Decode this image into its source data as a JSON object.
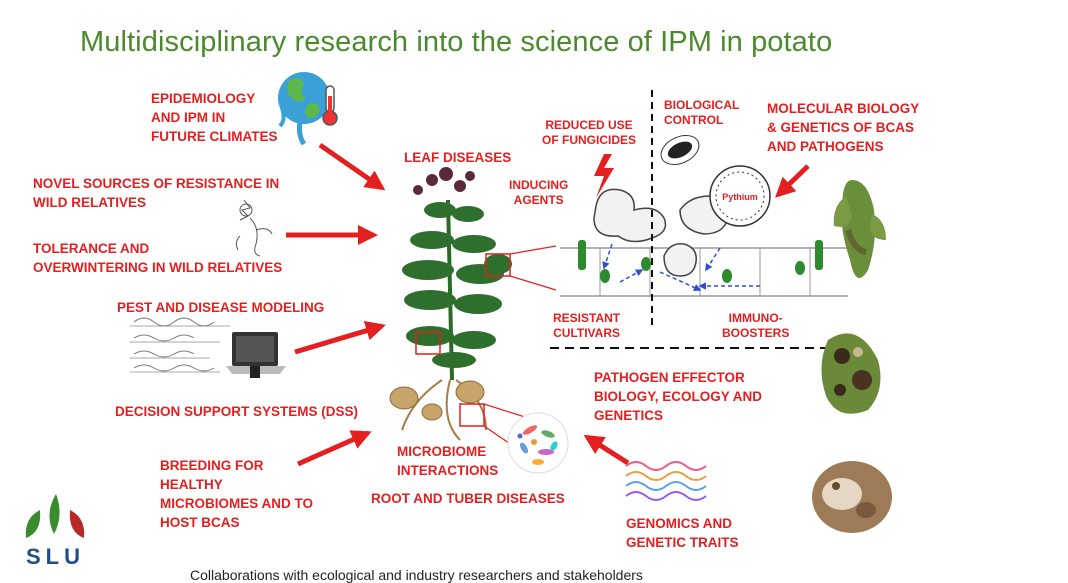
{
  "title": "Multidisciplinary research into the science of IPM in potato",
  "labels": {
    "epidemiology": "EPIDEMIOLOGY\nAND IPM IN\nFUTURE CLIMATES",
    "novel_sources": "NOVEL SOURCES OF RESISTANCE IN\nWILD RELATIVES",
    "tolerance": "TOLERANCE AND\nOVERWINTERING IN WILD RELATIVES",
    "pest_modeling": "PEST AND DISEASE MODELING",
    "dss": "DECISION SUPPORT SYSTEMS (DSS)",
    "breeding": "BREEDING FOR\nHEALTHY\nMICROBIOMES AND TO\nHOST BCAS",
    "leaf_diseases": "LEAF DISEASES",
    "microbiome": "MICROBIOME\nINTERACTIONS",
    "root_tuber": "ROOT AND TUBER DISEASES",
    "reduced_fungicides": "REDUCED USE\nOF FUNGICIDES",
    "biological_control": "BIOLOGICAL\nCONTROL",
    "molecular": "MOLECULAR BIOLOGY\n& GENETICS OF BCAS\nAND PATHOGENS",
    "inducing_agents": "INDUCING\nAGENTS",
    "resistant_cultivars": "RESISTANT\nCULTIVARS",
    "immuno_boosters": "IMMUNO-\nBOOSTERS",
    "pathogen_effector": "PATHOGEN EFFECTOR\nBIOLOGY, ECOLOGY AND\nGENETICS",
    "genomics": "GENOMICS AND\nGENETIC TRAITS",
    "pythium": "Pythium"
  },
  "logo_text": "SLU",
  "footer": "Collaborations with ecological and industry researchers and stakeholders",
  "colors": {
    "title": "#4a8a2c",
    "labels": "#e41f1f",
    "arrows": "#e41f1f",
    "logo_green": "#3a8a2e",
    "logo_red": "#b8292a"
  }
}
